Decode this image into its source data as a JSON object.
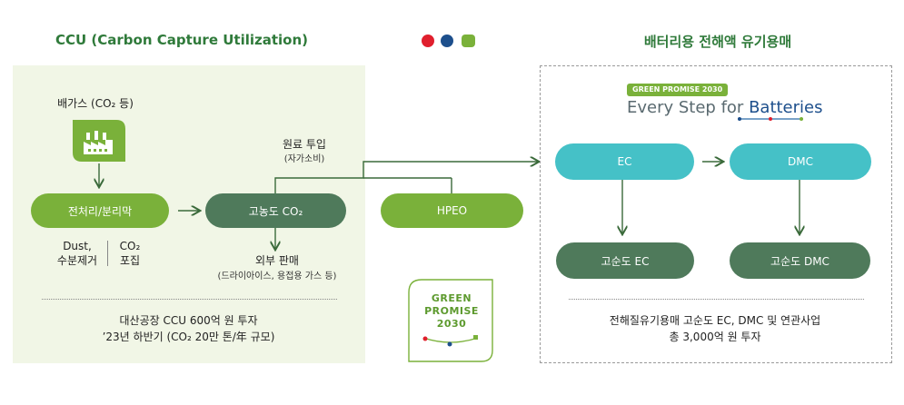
{
  "header": {
    "left_title": "CCU (Carbon Capture Utilization)",
    "right_title": "배터리용 전해액 유기용매"
  },
  "brand": {
    "dot_colors": [
      "#e01f2d",
      "#1d4f8c",
      "#7ab13a"
    ],
    "gp_tag": "GREEN PROMISE 2030",
    "tagline_prefix": "Every Step for ",
    "tagline_word": "Batteries",
    "badge_line1": "GREEN",
    "badge_line2": "PROMISE",
    "badge_line3": "2030"
  },
  "left": {
    "exhaust_label": "배가스 (CO₂ 등)",
    "factory_icon": "factory-icon",
    "pretreat": "전처리/분리막",
    "dust_1": "Dust,",
    "dust_2": "수분제거",
    "co2_1": "CO₂",
    "co2_2": "포집",
    "highco2": "고농도 CO₂",
    "input_1": "원료 투입",
    "input_2": "(자가소비)",
    "ext_1": "외부 판매",
    "ext_2": "(드라이아이스, 용접용 가스 등)",
    "hpeo": "HPEO",
    "footer_1": "대산공장 CCU 600억 원 투자",
    "footer_2": "’23년 하반기 (CO₂ 20만 톤/年 규모)"
  },
  "right": {
    "ec": "EC",
    "dmc": "DMC",
    "hp_ec": "고순도 EC",
    "hp_dmc": "고순도 DMC",
    "footer_1": "전해질유기용매 고순도 EC, DMC 및 연관사업",
    "footer_2": "총 3,000억 원 투자"
  }
}
